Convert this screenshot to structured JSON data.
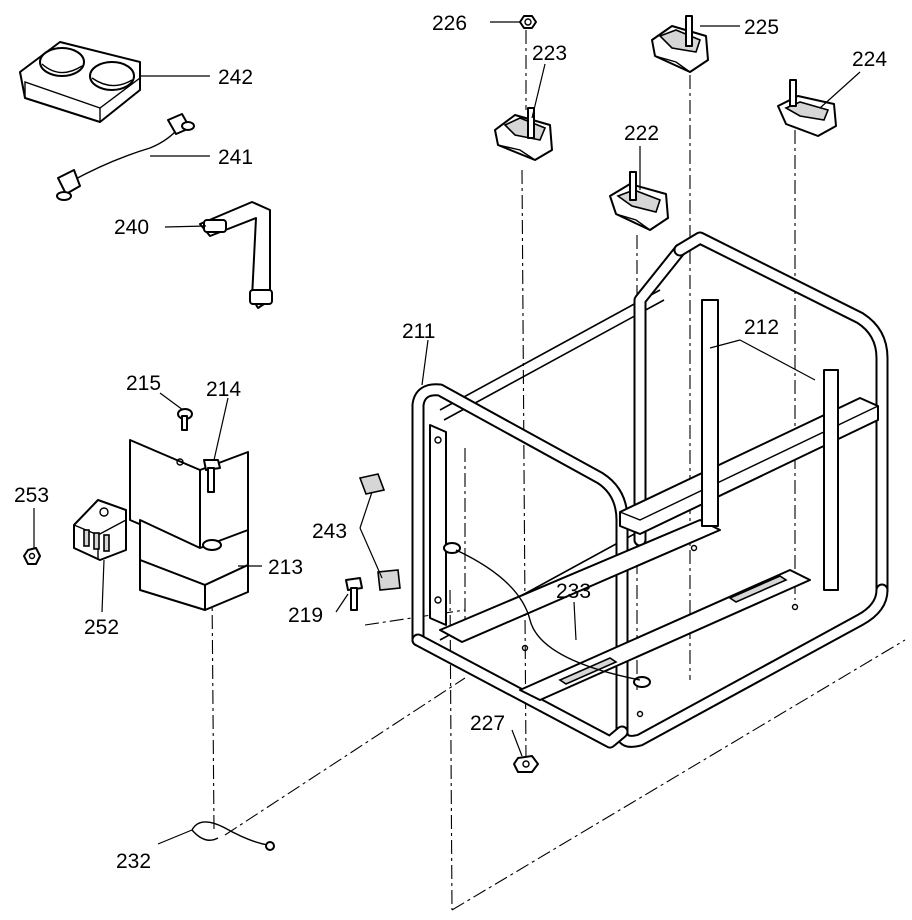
{
  "diagram": {
    "callouts": {
      "c226": "226",
      "c225": "225",
      "c223": "223",
      "c224": "224",
      "c242": "242",
      "c241": "241",
      "c222": "222",
      "c240": "240",
      "c211": "211",
      "c212": "212",
      "c215": "215",
      "c214": "214",
      "c253": "253",
      "c243": "243",
      "c213": "213",
      "c252": "252",
      "c233": "233",
      "c219": "219",
      "c227": "227",
      "c232": "232"
    }
  }
}
